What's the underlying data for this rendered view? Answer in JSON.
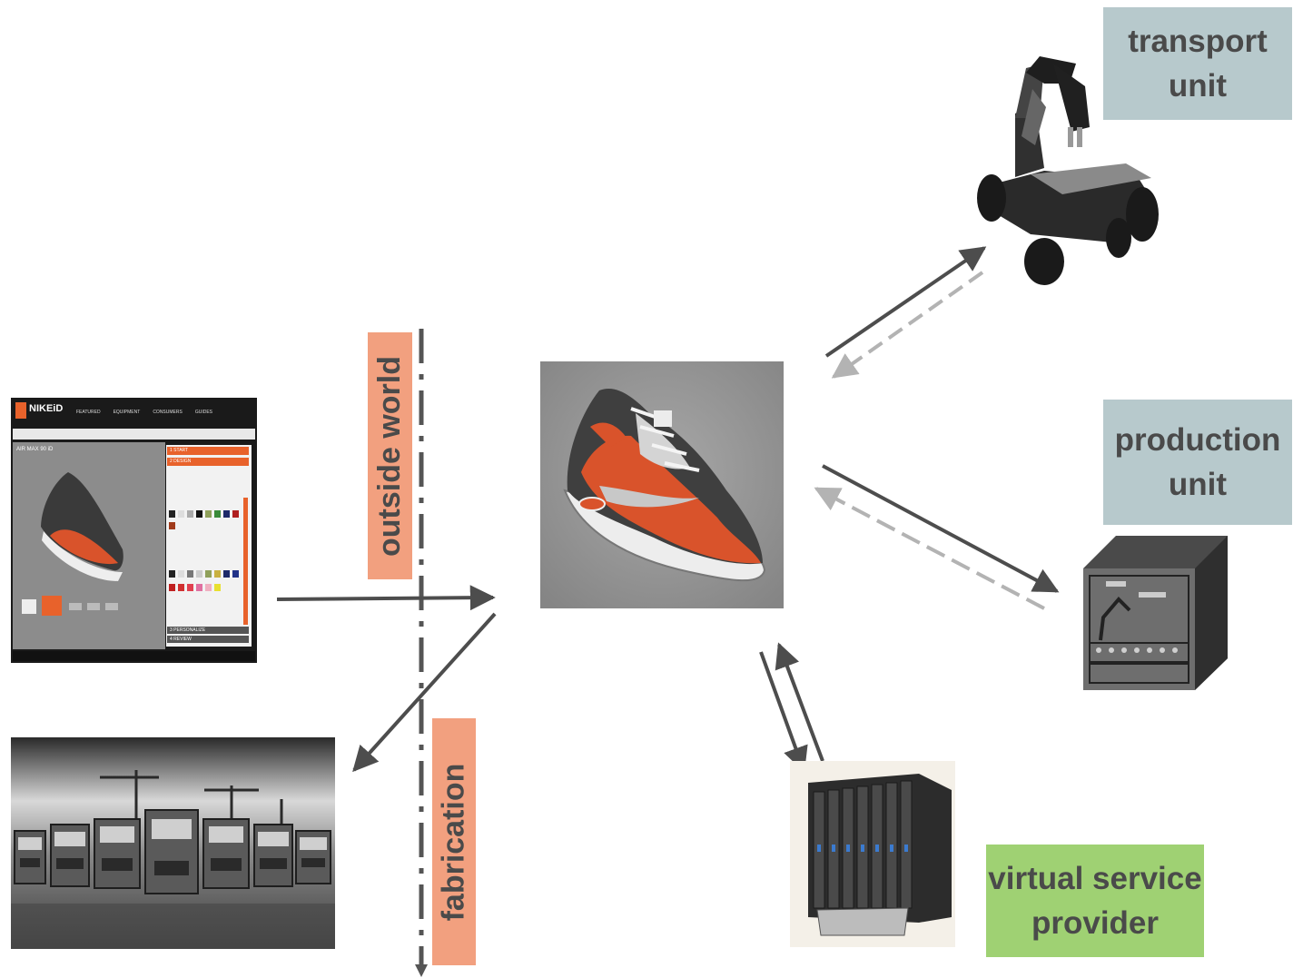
{
  "labels": {
    "transport": "transport\nunit",
    "production": "production\nunit",
    "virtual": "virtual service\nprovider",
    "outside_world": "outside world",
    "fabrication": "fabrication"
  },
  "configurator": {
    "brand": "NIKEiD",
    "model": "AIR MAX 90 iD",
    "menu": [
      "FEATURED",
      "EQUIPMENT",
      "CONSUMERS",
      "GUIDES"
    ],
    "steps": [
      "1 START",
      "2 DESIGN",
      "3 PERSONALIZE",
      "4 REVIEW"
    ]
  },
  "colors": {
    "transport_box": "#b7c9cc",
    "production_box": "#b7c9cc",
    "virtual_box": "#9fd173",
    "outside_label": "#f2a07f",
    "fabrication_label": "#f2a07f",
    "arrow_dark": "#4d4d4d",
    "arrow_light": "#b3b3b3",
    "shoe_orange": "#d9532b"
  }
}
